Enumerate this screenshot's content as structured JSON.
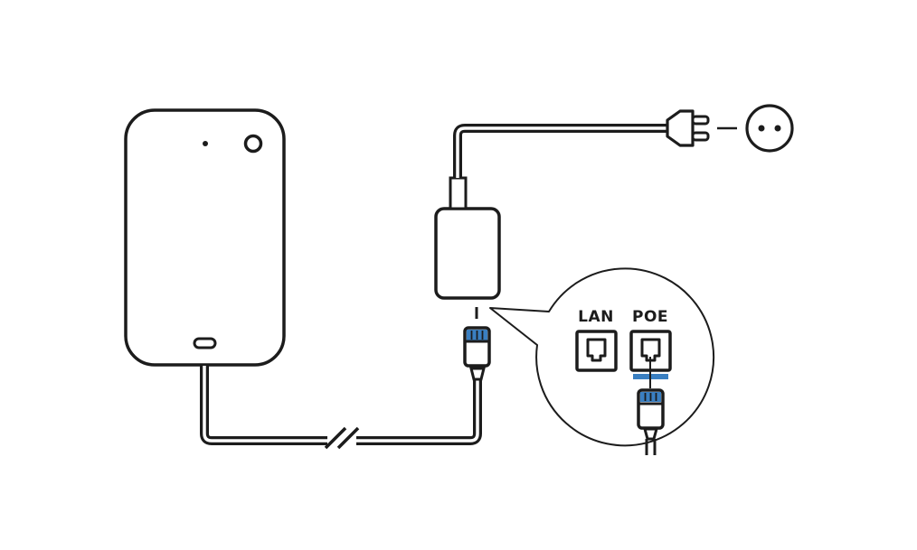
{
  "diagram": {
    "callout": {
      "ports": [
        {
          "label": "LAN",
          "active": false
        },
        {
          "label": "POE",
          "active": true
        }
      ]
    },
    "colors": {
      "line": "#1c1c1c",
      "connector_pins": "#3a7fc1",
      "active_port_bar": "#3a7fc1",
      "background": "#ffffff"
    },
    "icons": {
      "device": "wall-mounted-device",
      "injector": "poe-injector",
      "plug": "power-plug",
      "outlet": "wall-outlet",
      "connector": "rj45-connector",
      "cable_break": "cable-break-mark"
    }
  }
}
